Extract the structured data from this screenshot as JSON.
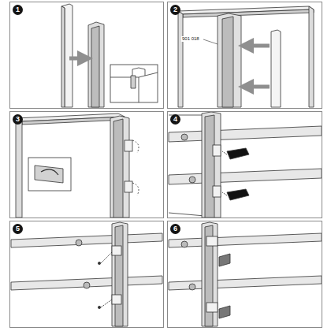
{
  "diagram": {
    "nodes": [
      {
        "text": [
          "1"
        ]
      },
      {
        "text": [
          "2"
        ]
      },
      {
        "text": [
          "3"
        ]
      },
      {
        "text": [
          "4"
        ]
      },
      {
        "text": [
          "5"
        ]
      },
      {
        "text": [
          "6"
        ]
      }
    ],
    "labels": [
      "901 018"
    ]
  }
}
